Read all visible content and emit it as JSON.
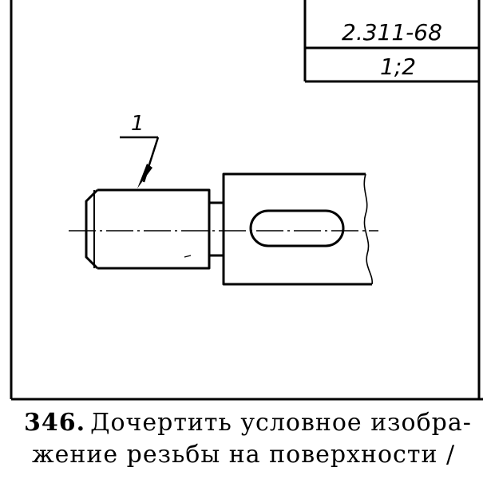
{
  "title_block": {
    "standard": "2.311-68",
    "scale": "1;2"
  },
  "drawing": {
    "leader_label": "1"
  },
  "caption": {
    "figure_number": "346.",
    "line1": "Дочертить условное изобра-",
    "line2": "жение резьбы на поверхности /"
  },
  "colors": {
    "ink": "#000000",
    "paper": "#ffffff"
  }
}
